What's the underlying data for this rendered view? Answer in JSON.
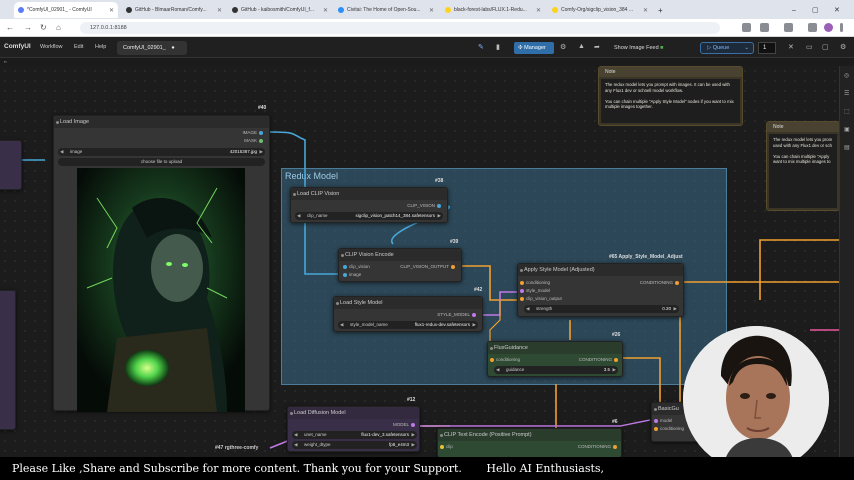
{
  "browser": {
    "tabs": [
      {
        "label": "*ComfyUI_02901_ - ComfyUI",
        "active": true,
        "color": "#5b7cfa"
      },
      {
        "label": "GitHub - BlmaarRoman/Comfy...",
        "active": false,
        "color": "#333333"
      },
      {
        "label": "GitHub - kaibosmith/ComfyUI_f...",
        "active": false,
        "color": "#333333"
      },
      {
        "label": "Civitai: The Home of Open-Sou...",
        "active": false,
        "color": "#2a8ff7"
      },
      {
        "label": "black-forest-labs/FLUX.1-Redu...",
        "active": false,
        "color": "#ffd21e"
      },
      {
        "label": "Comfy-Org/sigclip_vision_384 ...",
        "active": false,
        "color": "#ffd21e"
      }
    ],
    "url": "127.0.0.1:8188"
  },
  "menu": {
    "logo": "ComfyUI",
    "items": [
      "Workflow",
      "Edit",
      "Help"
    ],
    "workflow_tab": "ComfyUI_02901_",
    "manager_label": "Manager",
    "feed_label": "Show Image Feed",
    "queue_label": "Queue",
    "queue_count": "1"
  },
  "canvas": {
    "group_title": "Redux Model",
    "nodes": {
      "load_image": {
        "title": "Load Image",
        "id": "#40",
        "outputs": [
          "IMAGE",
          "MASK"
        ],
        "widget_name": "image",
        "widget_value": "42015387.jpg",
        "upload_label": "choose file to upload"
      },
      "load_clip_vision": {
        "title": "Load CLIP Vision",
        "id": "#38",
        "output": "CLIP_VISION",
        "widget_name": "clip_name",
        "widget_value": "sigclip_vision_patch14_384.safetensors"
      },
      "clip_vision_encode": {
        "title": "CLIP Vision Encode",
        "id": "#39",
        "inputs": [
          "clip_vision",
          "image"
        ],
        "output": "CLIP_VISION_OUTPUT"
      },
      "load_style_model": {
        "title": "Load Style Model",
        "id": "#42",
        "output": "STYLE_MODEL",
        "widget_name": "style_model_name",
        "widget_value": "flux1-redux-dev.safetensors"
      },
      "apply_style_model": {
        "title": "Apply Style Model (Adjusted)",
        "id": "#65 Apply_Style_Model_Adjust",
        "inputs": [
          "conditioning",
          "style_model",
          "clip_vision_output"
        ],
        "output": "CONDITIONING",
        "widget_name": "strength",
        "widget_value": "0.20"
      },
      "flux_guidance": {
        "title": "FluxGuidance",
        "id": "#26",
        "input": "conditioning",
        "output": "CONDITIONING",
        "widget_name": "guidance",
        "widget_value": "3.5"
      },
      "load_diffusion_model": {
        "title": "Load Diffusion Model",
        "id": "#12",
        "output": "MODEL",
        "widgets": [
          {
            "name": "unet_name",
            "value": "flux1-dev_3.safetensors"
          },
          {
            "name": "weight_dtype",
            "value": "fp8_e4m3"
          }
        ]
      },
      "clip_text_encode": {
        "title": "CLIP Text Encode (Positive Prompt)",
        "id": "#6",
        "input": "clip",
        "output": "CONDITIONING"
      },
      "basic_guider": {
        "title": "BasicGu",
        "inputs": [
          "model",
          "conditioning"
        ]
      },
      "rgthree": {
        "label": "#47 rgthree-comfy"
      }
    },
    "notes": [
      {
        "title": "Note",
        "text": "The redux model lets you prompt with images. It can be used with any Flux1 dev or schnell model workflow.\n\nYou can chain multiple \"Apply Style Model\" nodes if you want to mix multiple images together."
      },
      {
        "title": "Note",
        "text": "The redux model lets you prom used with any Flux1 dev or sch\n\nYou can chain multiple \"Apply want to mix multiple images to"
      }
    ]
  },
  "caption": {
    "text": "Please Like ,Share and Subscribe for more content. Thank you for your Support.       Hello AI Enthusiasts,"
  },
  "colors": {
    "wire_blue": "#48a7d8",
    "wire_orange": "#f0a030",
    "wire_purple": "#c07ae6",
    "wire_pink": "#e8569b",
    "wire_yellow": "#e6c23a",
    "group": "#3a6b88"
  }
}
